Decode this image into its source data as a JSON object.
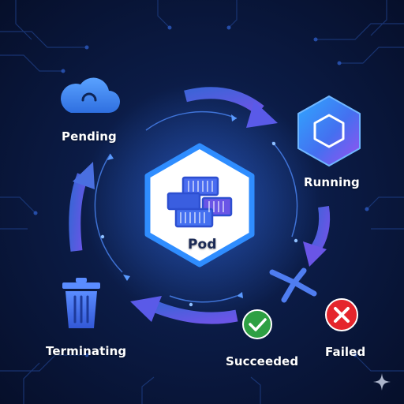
{
  "diagram": {
    "center": {
      "label": "Pod"
    },
    "states": {
      "pending": "Pending",
      "running": "Running",
      "succeeded": "Succeeded",
      "failed": "Failed",
      "terminating": "Terminating"
    }
  },
  "icons": {
    "pending": "cloud-icon",
    "running": "hexagon-icon",
    "succeeded": "check-circle-icon",
    "failed": "x-circle-icon",
    "terminating": "trash-icon",
    "center": "containers-icon",
    "branch": "connector-icon",
    "corner": "sparkle-icon"
  },
  "colors": {
    "background": "#0b1b45",
    "accent": "#4f7df0",
    "arrow": "#4a6fe0",
    "succeeded": "#2ea043",
    "failed": "#e5252c",
    "running": "#6a4fe0"
  }
}
